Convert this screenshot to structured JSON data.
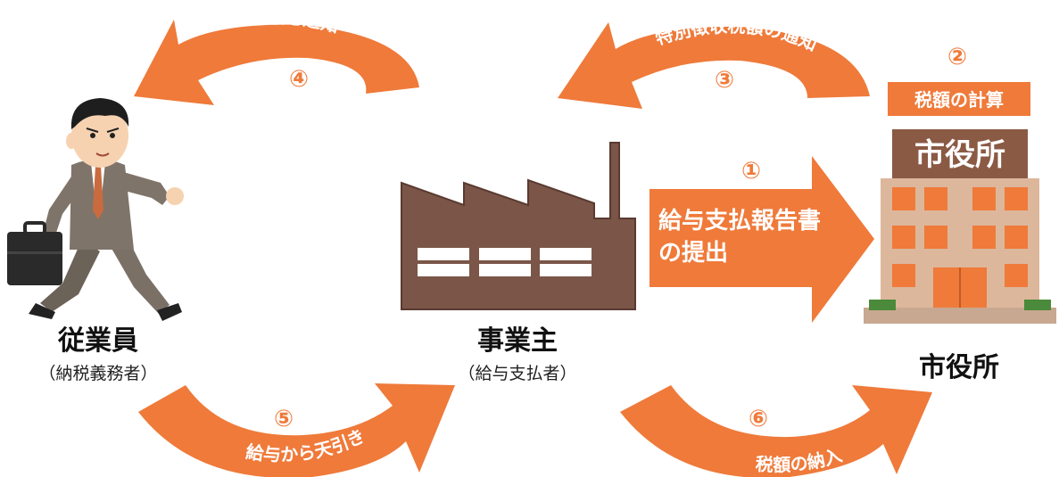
{
  "colors": {
    "arrow": "#ef7a3a",
    "factory": "#7a5548",
    "building": "#d9b49a",
    "white": "#ffffff"
  },
  "actors": {
    "employee": {
      "name": "従業員",
      "role": "（納税義務者）"
    },
    "employer": {
      "name": "事業主",
      "role": "（給与支払者）"
    },
    "city_office": {
      "name": "市役所",
      "sign": "市役所"
    }
  },
  "steps": {
    "s1": {
      "number": "①",
      "label_line1": "給与支払報告書",
      "label_line2": "の提出"
    },
    "s2": {
      "number": "②",
      "label": "税額の計算"
    },
    "s3": {
      "number": "③",
      "label": "特別徴収税額の通知"
    },
    "s4": {
      "number": "④",
      "label": "税額を通知"
    },
    "s5": {
      "number": "⑤",
      "label": "給与から天引き"
    },
    "s6": {
      "number": "⑥",
      "label": "税額の納入"
    }
  },
  "icons": [
    "businessman-icon",
    "briefcase-icon",
    "factory-icon",
    "city-hall-icon"
  ]
}
